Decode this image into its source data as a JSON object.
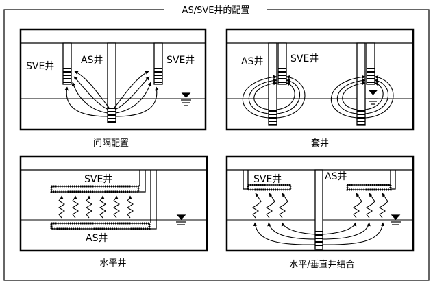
{
  "title": "AS/SVE井的配置",
  "panels": [
    {
      "caption": "间隔配置",
      "labels": {
        "sve_left": "SVE井",
        "as": "AS井",
        "sve_right": "SVE井"
      }
    },
    {
      "caption": "套井",
      "labels": {
        "as": "AS井",
        "sve": "SVE井"
      }
    },
    {
      "caption": "水平井",
      "labels": {
        "sve": "SVE井",
        "as": "AS井"
      }
    },
    {
      "caption": "水平/垂直井结合",
      "labels": {
        "sve": "SVE井",
        "as": "AS井"
      }
    }
  ]
}
